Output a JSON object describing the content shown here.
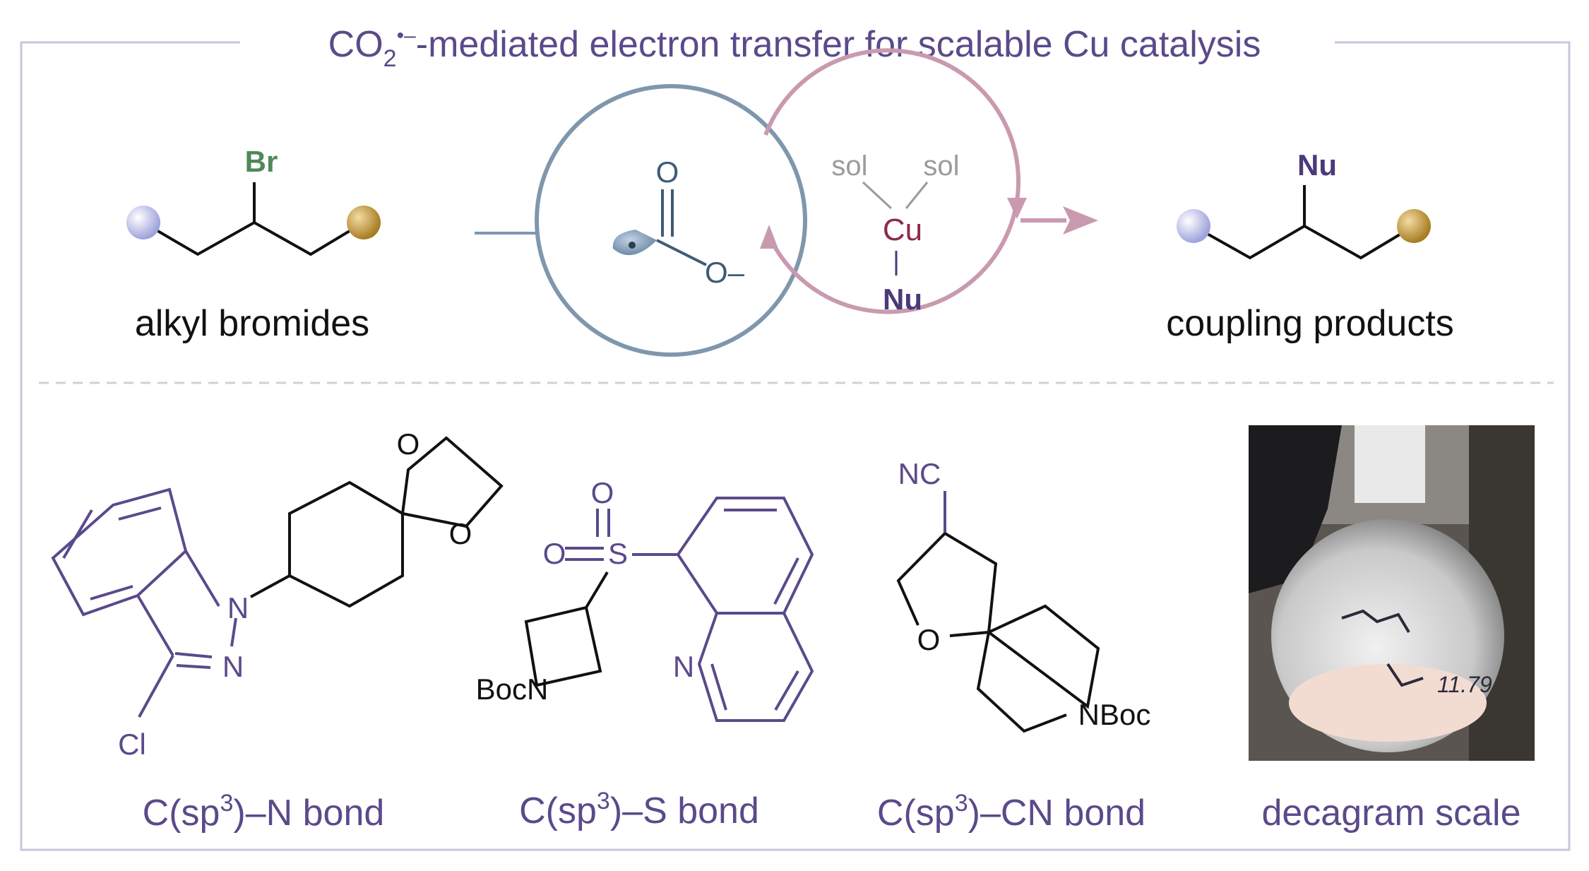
{
  "title": {
    "prefix": "CO",
    "sub": "2",
    "sup": "•–",
    "suffix": "-mediated electron transfer for scalable Cu catalysis"
  },
  "top": {
    "left_label": "alkyl bromides",
    "br_label": "Br",
    "right_label": "coupling products",
    "nu_label": "Nu",
    "carboxylate": {
      "o_top": "O",
      "o_minus": "O–"
    },
    "cu_complex": {
      "sol1": "sol",
      "sol2": "sol",
      "cu": "Cu",
      "nu": "Nu"
    }
  },
  "examples": [
    {
      "bond_prefix": "C(sp",
      "bond_sup": "3",
      "bond_suffix": ")–N bond",
      "atoms": {
        "cl": "Cl",
        "n1": "N",
        "n2": "N",
        "o1": "O",
        "o2": "O"
      }
    },
    {
      "bond_prefix": "C(sp",
      "bond_sup": "3",
      "bond_suffix": ")–S bond",
      "atoms": {
        "o1": "O",
        "o2": "O",
        "s": "S",
        "n": "N",
        "bocn": "BocN"
      }
    },
    {
      "bond_prefix": "C(sp",
      "bond_sup": "3",
      "bond_suffix": ")–CN bond",
      "atoms": {
        "nc": "NC",
        "o": "O",
        "nboc": "NBoc"
      }
    },
    {
      "label": "decagram scale",
      "photo_note": "11.79"
    }
  ],
  "colors": {
    "title": "#5a4a8a",
    "frame": "#c8c6dc",
    "blue_circle": "#7f97ad",
    "pink_circle": "#c99aaf",
    "br_green": "#4e8a57",
    "cu_red": "#8e2a4a",
    "nu_purple": "#4a3a7a",
    "structure_purple": "#5a4a8a"
  }
}
